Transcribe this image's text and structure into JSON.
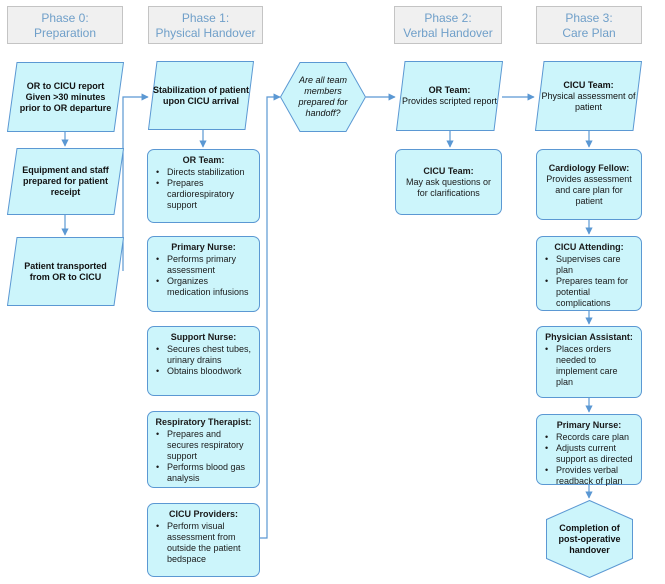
{
  "phases": [
    {
      "title": "Phase 0:",
      "subtitle": "Preparation"
    },
    {
      "title": "Phase 1:",
      "subtitle": "Physical Handover"
    },
    {
      "title": "Phase 2:",
      "subtitle": "Verbal Handover"
    },
    {
      "title": "Phase 3:",
      "subtitle": "Care Plan"
    }
  ],
  "phase0": {
    "step1": {
      "line1": "OR to CICU report",
      "line2": "Given  >30 minutes",
      "line3": "prior to OR departure"
    },
    "step2": {
      "line1": "Equipment and staff",
      "line2": "prepared for patient",
      "line3": "receipt"
    },
    "step3": {
      "line1": "Patient transported",
      "line2": "from OR to CICU"
    }
  },
  "phase1": {
    "stabilization": {
      "line1": "Stabilization of patient",
      "line2": "upon CICU arrival"
    },
    "or_team": {
      "title": "OR Team:",
      "items": [
        "Directs stabilization",
        "Prepares cardiorespiratory support"
      ]
    },
    "primary_nurse": {
      "title": "Primary Nurse:",
      "items": [
        "Performs primary assessment",
        "Organizes medication infusions"
      ]
    },
    "support_nurse": {
      "title": "Support Nurse:",
      "items": [
        "Secures chest tubes, urinary drains",
        "Obtains bloodwork"
      ]
    },
    "respiratory_therapist": {
      "title": "Respiratory Therapist:",
      "items": [
        "Prepares and secures respiratory support",
        "Performs blood gas analysis"
      ]
    },
    "cicu_providers": {
      "title": "CICU Providers:",
      "items": [
        "Perform visual assessment from outside the patient bedspace"
      ]
    }
  },
  "decision": {
    "line1": "Are all team",
    "line2": "members",
    "line3": "prepared for",
    "line4": "handoff?"
  },
  "phase2": {
    "or_team": {
      "title": "OR Team:",
      "text": "Provides scripted report"
    },
    "cicu_team": {
      "title": "CICU Team:",
      "line1": "May ask questions or",
      "line2": "for clarifications"
    }
  },
  "phase3": {
    "cicu_team": {
      "title": "CICU Team:",
      "line1": "Physical assessment of",
      "line2": "patient"
    },
    "cardiology_fellow": {
      "title": "Cardiology Fellow:",
      "line1": "Provides assessment",
      "line2": "and care plan for",
      "line3": "patient"
    },
    "cicu_attending": {
      "title": "CICU Attending:",
      "items": [
        "Supervises care plan",
        "Prepares team for potential complications"
      ]
    },
    "physician_assistant": {
      "title": "Physician Assistant:",
      "items": [
        "Places orders needed to implement care plan"
      ]
    },
    "primary_nurse": {
      "title": "Primary Nurse:",
      "items": [
        "Records care plan",
        "Adjusts current support as directed",
        "Provides verbal readback of plan"
      ]
    },
    "completion": {
      "line1": "Completion of",
      "line2": "post-operative",
      "line3": "handover"
    }
  },
  "colors": {
    "fill": "#ccf5fb",
    "stroke": "#5b98d3",
    "header_text": "#6f9fc9",
    "header_fill": "#f0f0f0"
  }
}
